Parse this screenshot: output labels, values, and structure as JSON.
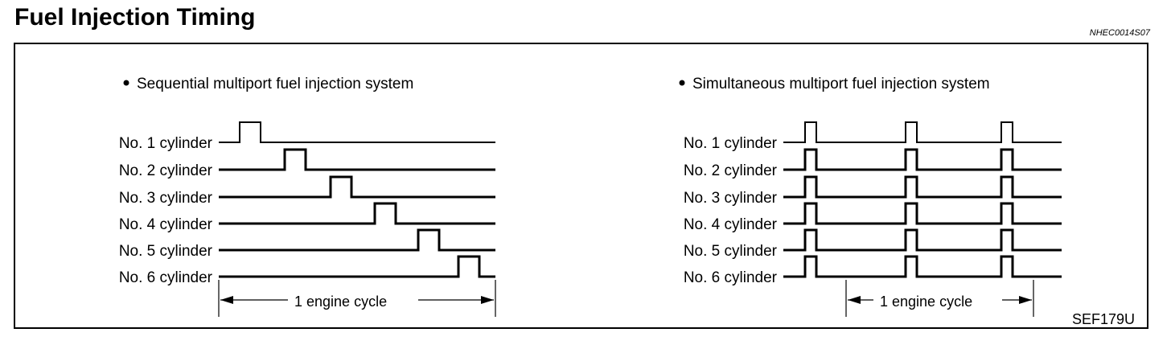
{
  "header": {
    "title": "Fuel Injection Timing",
    "code": "NHEC0014S07"
  },
  "figure_id": "SEF179U",
  "diagrams": [
    {
      "heading": "Sequential multiport fuel injection system",
      "cylinders": [
        "No. 1 cylinder",
        "No. 2 cylinder",
        "No. 3 cylinder",
        "No. 4 cylinder",
        "No. 5 cylinder",
        "No. 6 cylinder"
      ],
      "cycle_label": "1 engine cycle"
    },
    {
      "heading": "Simultaneous multiport fuel injection system",
      "cylinders": [
        "No. 1 cylinder",
        "No. 2 cylinder",
        "No. 3 cylinder",
        "No. 4 cylinder",
        "No. 5 cylinder",
        "No. 6 cylinder"
      ],
      "cycle_label": "1 engine cycle"
    }
  ]
}
